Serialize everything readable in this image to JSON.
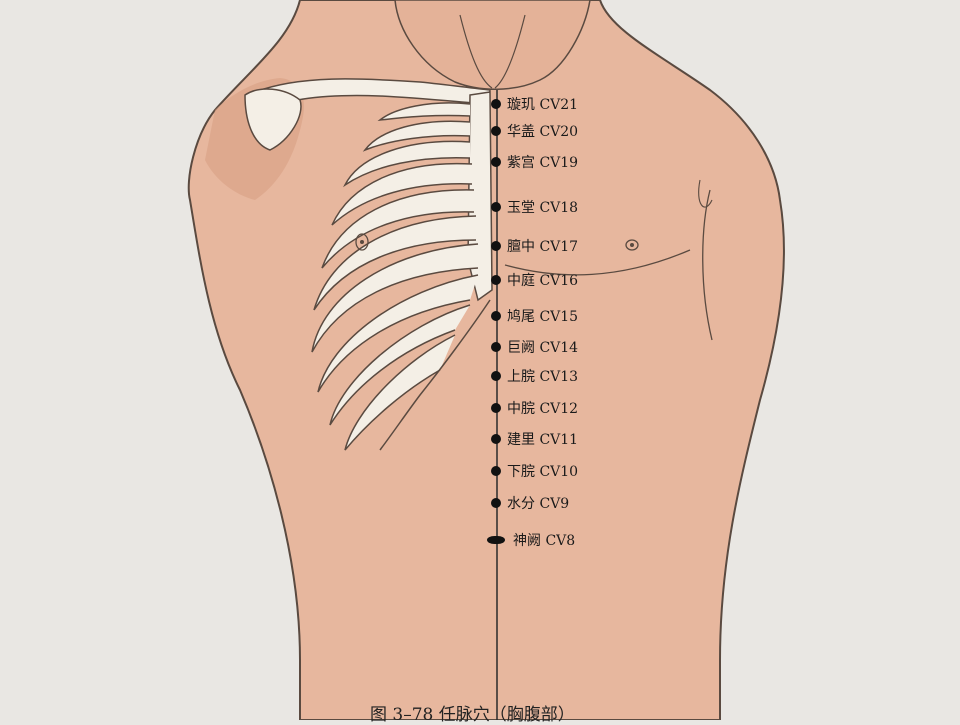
{
  "figure": {
    "caption": "图 3–78  任脉穴（胸腹部）"
  },
  "points": [
    {
      "label": "璇玑 CV21"
    },
    {
      "label": "华盖 CV20"
    },
    {
      "label": "紫宫 CV19"
    },
    {
      "label": "玉堂 CV18"
    },
    {
      "label": "膻中 CV17"
    },
    {
      "label": "中庭 CV16"
    },
    {
      "label": "鸠尾 CV15"
    },
    {
      "label": "巨阙 CV14"
    },
    {
      "label": "上脘 CV13"
    },
    {
      "label": "中脘 CV12"
    },
    {
      "label": "建里 CV11"
    },
    {
      "label": "下脘 CV10"
    },
    {
      "label": "水分 CV9"
    },
    {
      "label": "神阙 CV8"
    }
  ],
  "colors": {
    "skin": "#e7b79e",
    "skin_shadow": "#d9a084",
    "rib": "#f4efe6",
    "outline": "#5a4a40",
    "dot": "#111111"
  }
}
